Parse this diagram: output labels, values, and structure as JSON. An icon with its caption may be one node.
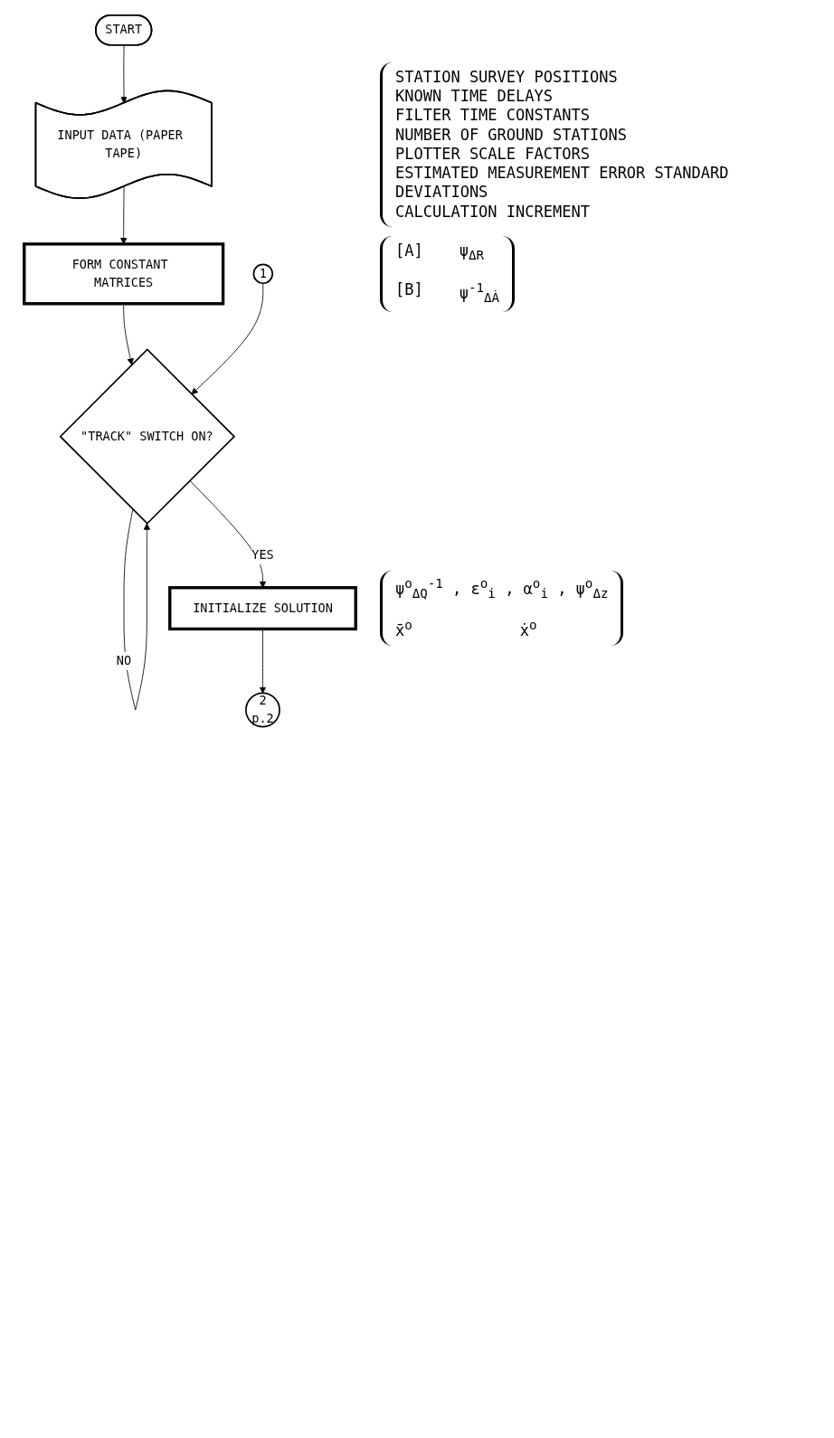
{
  "diagram": {
    "nodes": [
      {
        "text": [
          "START"
        ]
      },
      {
        "text": [
          "INPUT DATA (PAPER TAPE)"
        ],
        "beside": [
          "STATION SURVEY POSITIONS",
          "KNOWN TIME DELAYS",
          "FILTER TIME CONSTANTS",
          "NUMBER OF GROUND STATIONS",
          "PLOTTER SCALE FACTORS",
          "ESTIMATED MEASUREMENT ERROR STANDARD DEVIATIONS",
          "CALCULATION INCREMENT"
        ]
      },
      {
        "text": [
          "FORM CONSTANT MATRICES"
        ],
        "beside": [
          "[A]",
          "ψ$_{ΔR}$",
          "[B]",
          "ψ$^{-1}$$_{ΔȦ}$"
        ]
      },
      {
        "text": [
          "1"
        ]
      },
      {
        "text": [
          "\"TRACK\" SWITCH ON?"
        ]
      },
      {
        "text": [
          "INITIALIZE SOLUTION"
        ],
        "beside": [
          "ψ$^{o}$$_{ΔQ}$$^{-1}$ , ε$^{o}$$_{i}$ , α$^{o}$$_{i}$ , ψ$^{o}$$_{Δz}$",
          "x̄$^{o}$",
          "ẋ$^{o}$"
        ]
      },
      {
        "text": [
          "2",
          "p.2"
        ]
      }
    ],
    "edges": [
      {
        "from": 0,
        "to": 1,
        "arrow": "to"
      },
      {
        "from": 1,
        "to": 2,
        "arrow": "to"
      },
      {
        "from": 2,
        "to": 4,
        "arrow": "to"
      },
      {
        "from": 3,
        "to": 4,
        "arrow": "to"
      },
      {
        "from": 4,
        "to": 4,
        "label": "NO",
        "arrow": "to"
      },
      {
        "from": 4,
        "to": 5,
        "label": "YES",
        "arrow": "to"
      },
      {
        "from": 5,
        "to": 6,
        "arrow": "to"
      }
    ]
  }
}
